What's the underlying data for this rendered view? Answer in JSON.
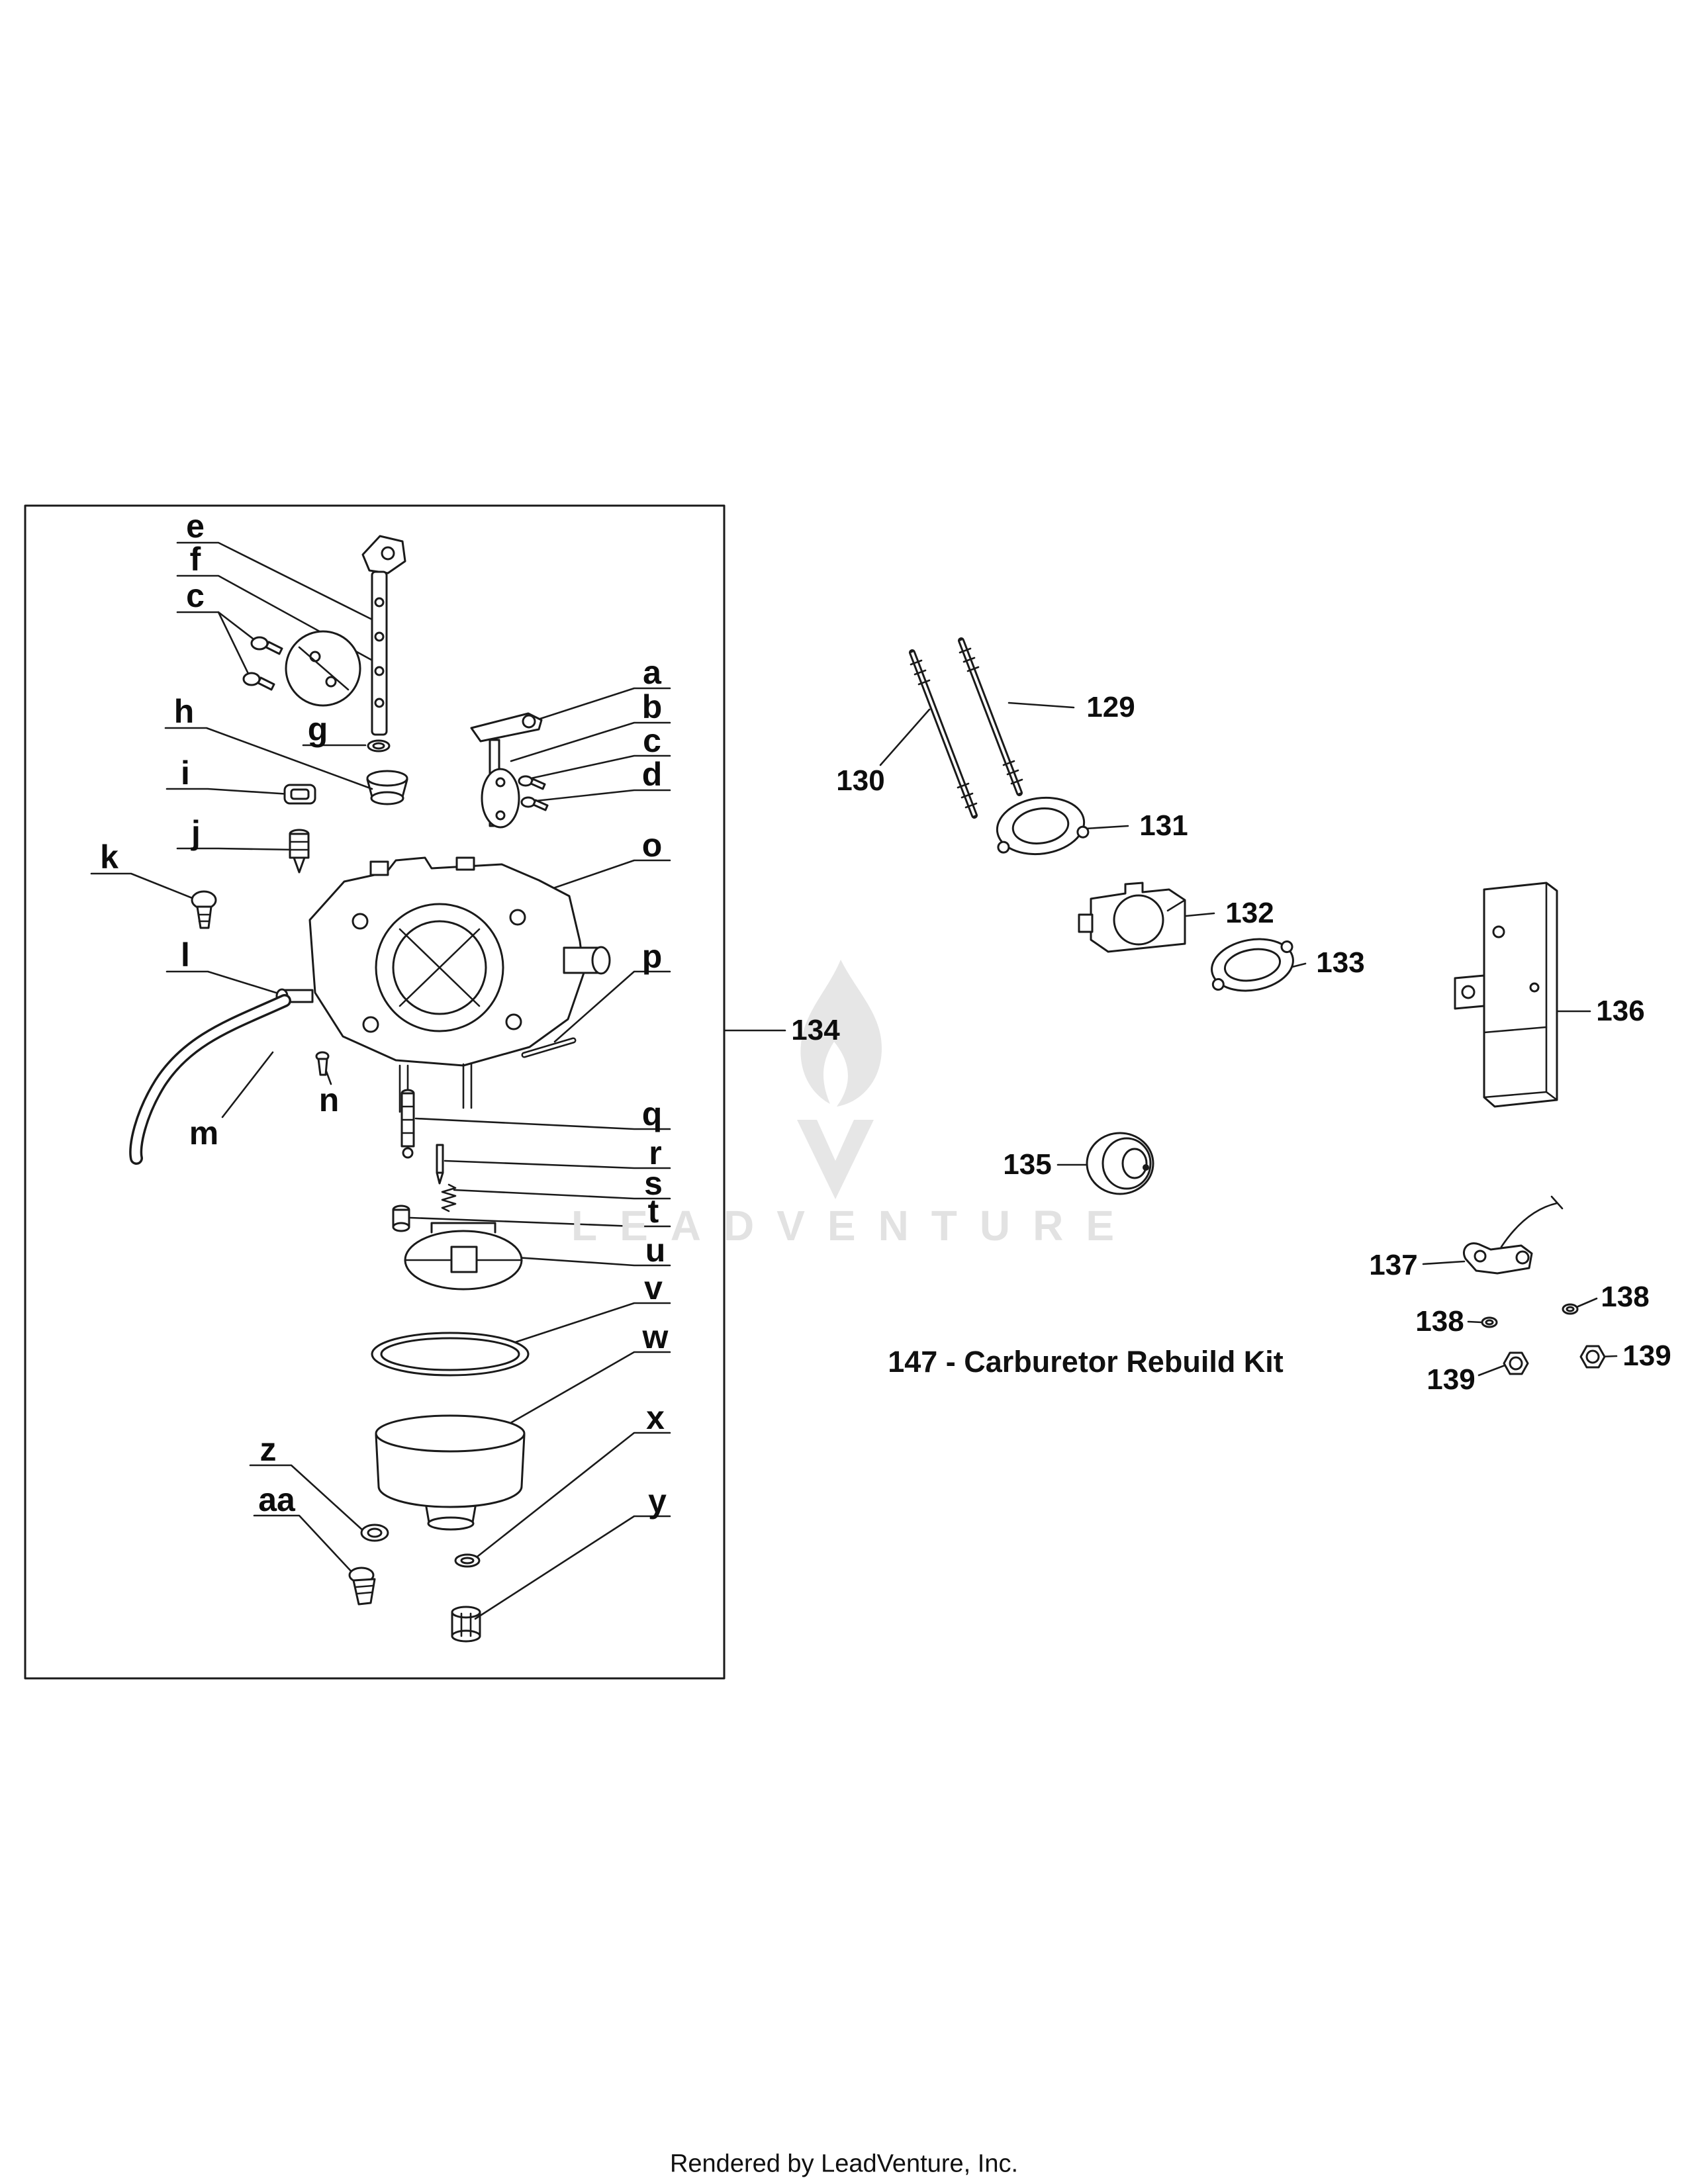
{
  "page": {
    "footer": "Rendered by LeadVenture, Inc.",
    "watermark_text": "LEADVENTURE",
    "rebuild_kit_label": "147 - Carburetor Rebuild Kit"
  },
  "letters": {
    "a": "a",
    "b": "b",
    "c": "c",
    "d": "d",
    "e": "e",
    "f": "f",
    "g": "g",
    "h": "h",
    "i": "i",
    "j": "j",
    "k": "k",
    "l": "l",
    "m": "m",
    "n": "n",
    "o": "o",
    "p": "p",
    "q": "q",
    "r": "r",
    "s": "s",
    "t": "t",
    "u": "u",
    "v": "v",
    "w": "w",
    "x": "x",
    "y": "y",
    "z": "z",
    "aa": "aa"
  },
  "numbers": {
    "n129": "129",
    "n130": "130",
    "n131": "131",
    "n132": "132",
    "n133": "133",
    "n134": "134",
    "n135": "135",
    "n136": "136",
    "n137": "137",
    "n138": "138",
    "n139": "139"
  },
  "colors": {
    "line": "#1a1a1a",
    "watermark": "#e2e2e2"
  }
}
